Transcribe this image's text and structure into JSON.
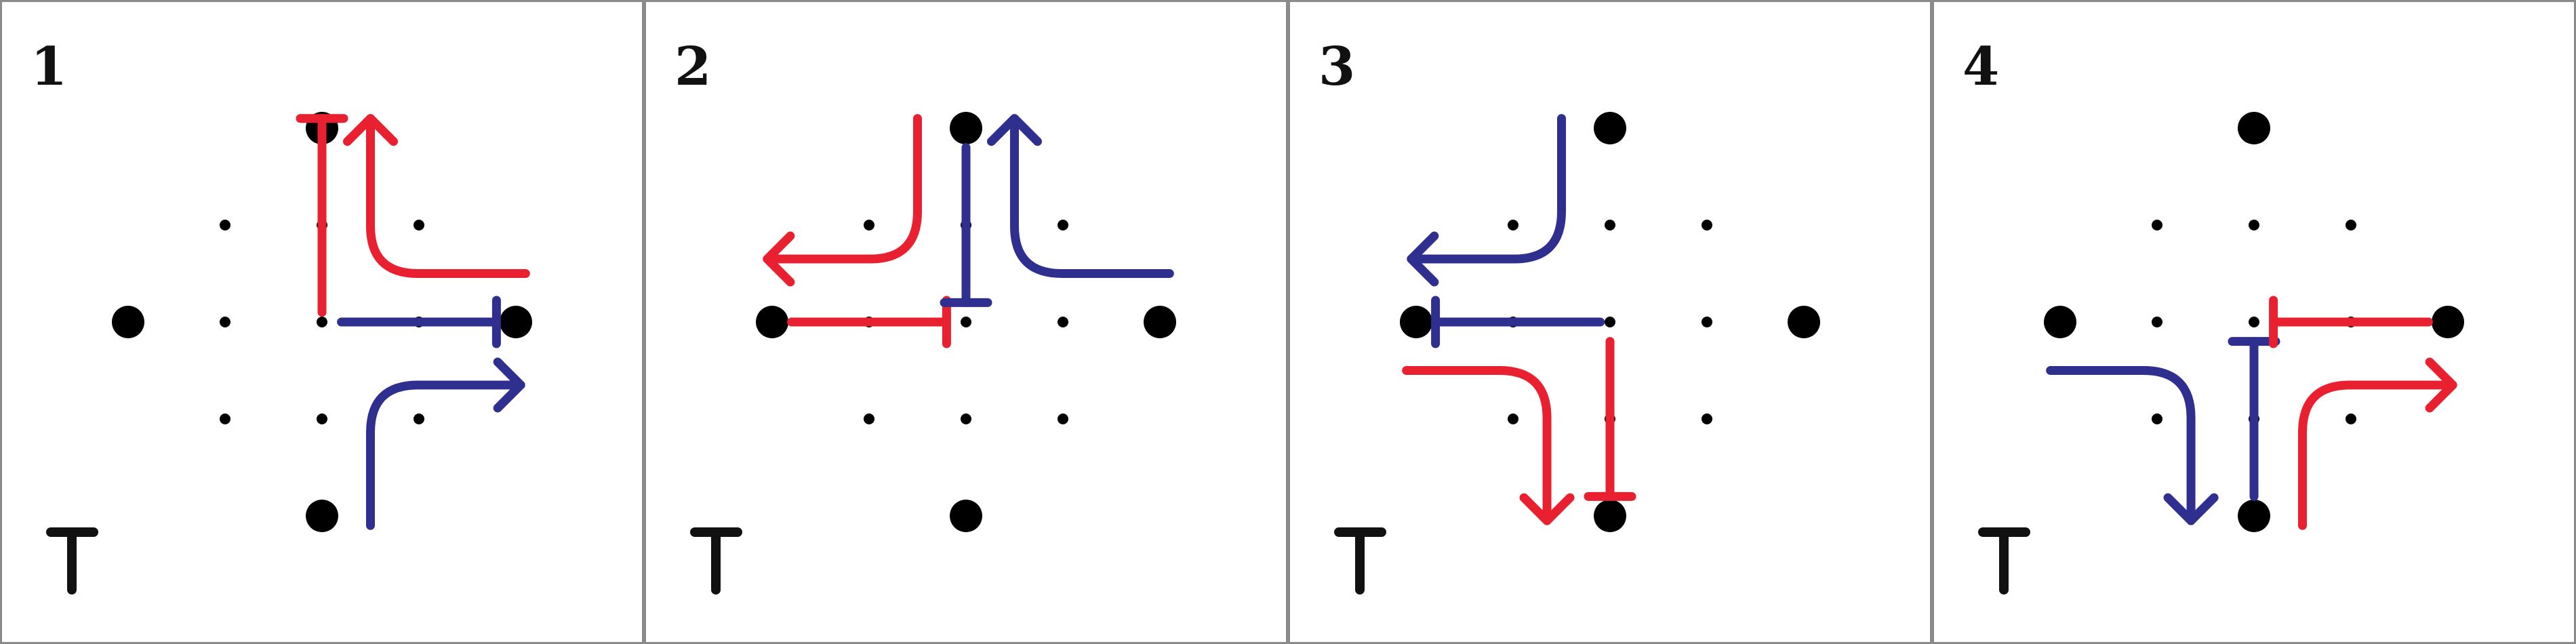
{
  "colors": {
    "red": "#e8202f",
    "blue": "#2f2f8f",
    "dot": "#000000",
    "border": "#8a8a8a"
  },
  "panels": [
    {
      "label": "1",
      "paths": [
        {
          "color": "red",
          "kind": "block",
          "from": [
            0,
            -0.1
          ],
          "to": [
            0,
            -2.1
          ]
        },
        {
          "color": "red",
          "kind": "arrow",
          "from": [
            2.1,
            -0.5
          ],
          "via": [
            0.5,
            -0.5
          ],
          "to": [
            0.5,
            -2.1
          ]
        },
        {
          "color": "blue",
          "kind": "block",
          "from": [
            0.2,
            0
          ],
          "to": [
            1.8,
            0
          ]
        },
        {
          "color": "blue",
          "kind": "arrow",
          "from": [
            0.5,
            2.1
          ],
          "via": [
            0.5,
            0.65
          ],
          "to": [
            2.05,
            0.65
          ]
        }
      ]
    },
    {
      "label": "2",
      "paths": [
        {
          "color": "red",
          "kind": "block",
          "from": [
            -1.8,
            0
          ],
          "to": [
            -0.2,
            0
          ]
        },
        {
          "color": "red",
          "kind": "arrow",
          "from": [
            -0.5,
            -2.1
          ],
          "via": [
            -0.5,
            -0.65
          ],
          "to": [
            -2.05,
            -0.65
          ]
        },
        {
          "color": "blue",
          "kind": "block",
          "from": [
            0,
            -1.8
          ],
          "to": [
            0,
            -0.2
          ]
        },
        {
          "color": "blue",
          "kind": "arrow",
          "from": [
            2.1,
            -0.5
          ],
          "via": [
            0.5,
            -0.5
          ],
          "to": [
            0.5,
            -2.1
          ]
        }
      ]
    },
    {
      "label": "3",
      "paths": [
        {
          "color": "blue",
          "kind": "block",
          "from": [
            -0.1,
            0
          ],
          "to": [
            -1.8,
            0
          ]
        },
        {
          "color": "blue",
          "kind": "arrow",
          "from": [
            -0.5,
            -2.1
          ],
          "via": [
            -0.5,
            -0.65
          ],
          "to": [
            -2.05,
            -0.65
          ]
        },
        {
          "color": "red",
          "kind": "block",
          "from": [
            0,
            0.2
          ],
          "to": [
            0,
            1.8
          ]
        },
        {
          "color": "red",
          "kind": "arrow",
          "from": [
            -2.1,
            0.5
          ],
          "via": [
            -0.65,
            0.5
          ],
          "to": [
            -0.65,
            2.05
          ]
        }
      ]
    },
    {
      "label": "4",
      "paths": [
        {
          "color": "blue",
          "kind": "block",
          "from": [
            0,
            1.8
          ],
          "to": [
            0,
            0.2
          ]
        },
        {
          "color": "blue",
          "kind": "arrow",
          "from": [
            -2.1,
            0.5
          ],
          "via": [
            -0.65,
            0.5
          ],
          "to": [
            -0.65,
            2.05
          ]
        },
        {
          "color": "red",
          "kind": "block",
          "from": [
            1.8,
            0
          ],
          "to": [
            0.2,
            0
          ]
        },
        {
          "color": "red",
          "kind": "arrow",
          "from": [
            0.5,
            2.1
          ],
          "via": [
            0.5,
            0.65
          ],
          "to": [
            2.05,
            0.65
          ]
        }
      ]
    }
  ],
  "corner_symbol": "T"
}
